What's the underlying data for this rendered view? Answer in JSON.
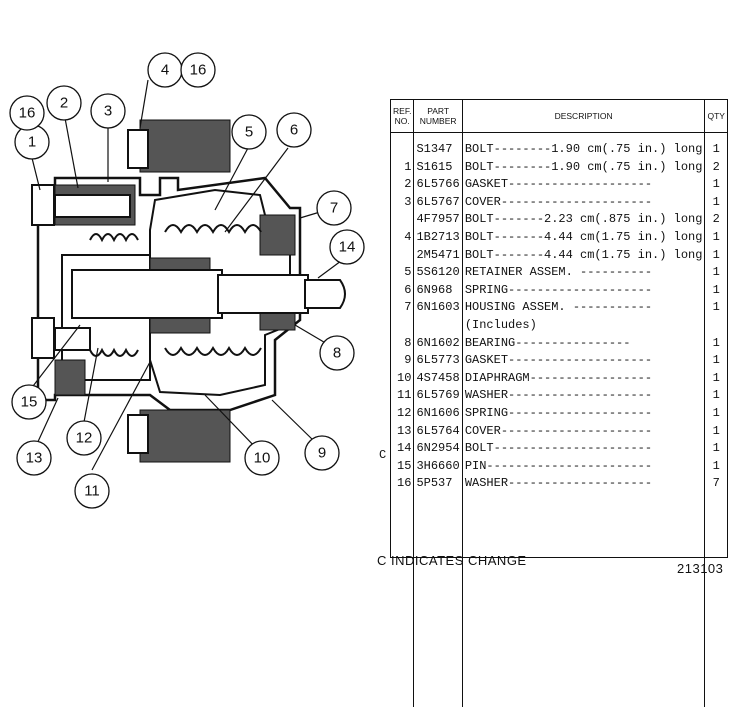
{
  "diagram": {
    "callouts": [
      {
        "num": "1"
      },
      {
        "num": "2"
      },
      {
        "num": "3"
      },
      {
        "num": "4"
      },
      {
        "num": "16"
      },
      {
        "num": "16"
      },
      {
        "num": "5"
      },
      {
        "num": "6"
      },
      {
        "num": "7"
      },
      {
        "num": "14"
      },
      {
        "num": "8"
      },
      {
        "num": "9"
      },
      {
        "num": "10"
      },
      {
        "num": "11"
      },
      {
        "num": "12"
      },
      {
        "num": "13"
      },
      {
        "num": "15"
      }
    ]
  },
  "table": {
    "headers": {
      "ref": "REF. NO.",
      "part": "PART NUMBER",
      "desc": "DESCRIPTION",
      "qty": "QTY"
    },
    "rows": [
      {
        "ref": "",
        "part": "S1347",
        "desc": "BOLT--------1.90 cm(.75 in.) long",
        "qty": "1"
      },
      {
        "ref": "1",
        "part": "S1615",
        "desc": "BOLT--------1.90 cm(.75 in.) long",
        "qty": "2"
      },
      {
        "ref": "2",
        "part": "6L5766",
        "desc": "GASKET--------------------",
        "qty": "1"
      },
      {
        "ref": "3",
        "part": "6L5767",
        "desc": "COVER---------------------",
        "qty": "1"
      },
      {
        "ref": "",
        "part": "4F7957",
        "desc": "BOLT-------2.23 cm(.875 in.) long",
        "qty": "2"
      },
      {
        "ref": "4",
        "part": "1B2713",
        "desc": "BOLT-------4.44 cm(1.75 in.) long",
        "qty": "1"
      },
      {
        "ref": "",
        "part": "2M5471",
        "desc": "BOLT-------4.44 cm(1.75 in.) long",
        "qty": "1"
      },
      {
        "ref": "5",
        "part": "5S6120",
        "desc": "RETAINER ASSEM. ----------",
        "qty": "1"
      },
      {
        "ref": "6",
        "part": "6N968",
        "desc": "SPRING--------------------",
        "qty": "1"
      },
      {
        "ref": "7",
        "part": "6N1603",
        "desc": "HOUSING ASSEM. -----------",
        "qty": "1"
      },
      {
        "ref": "",
        "part": "",
        "desc": "    (Includes)",
        "qty": ""
      },
      {
        "ref": "8",
        "part": "6N1602",
        "desc": "   BEARING----------------",
        "qty": "1"
      },
      {
        "ref": "9",
        "part": "6L5773",
        "desc": "GASKET--------------------",
        "qty": "1"
      },
      {
        "ref": "10",
        "part": "4S7458",
        "desc": "DIAPHRAGM-----------------",
        "qty": "1"
      },
      {
        "ref": "11",
        "part": "6L5769",
        "desc": "WASHER--------------------",
        "qty": "1"
      },
      {
        "ref": "12",
        "part": "6N1606",
        "desc": "SPRING--------------------",
        "qty": "1"
      },
      {
        "ref": "13",
        "part": "6L5764",
        "desc": "COVER---------------------",
        "qty": "1"
      },
      {
        "ref": "14",
        "part": "6N2954",
        "desc": "BOLT----------------------",
        "qty": "1"
      },
      {
        "ref": "15",
        "part": "3H6660",
        "desc": "PIN-----------------------",
        "qty": "1"
      },
      {
        "ref": "16",
        "part": "5P537",
        "desc": "WASHER--------------------",
        "qty": "7"
      }
    ],
    "change_marker": "C"
  },
  "footer": {
    "change_note": "C INDICATES CHANGE",
    "ref_code": "213103"
  }
}
